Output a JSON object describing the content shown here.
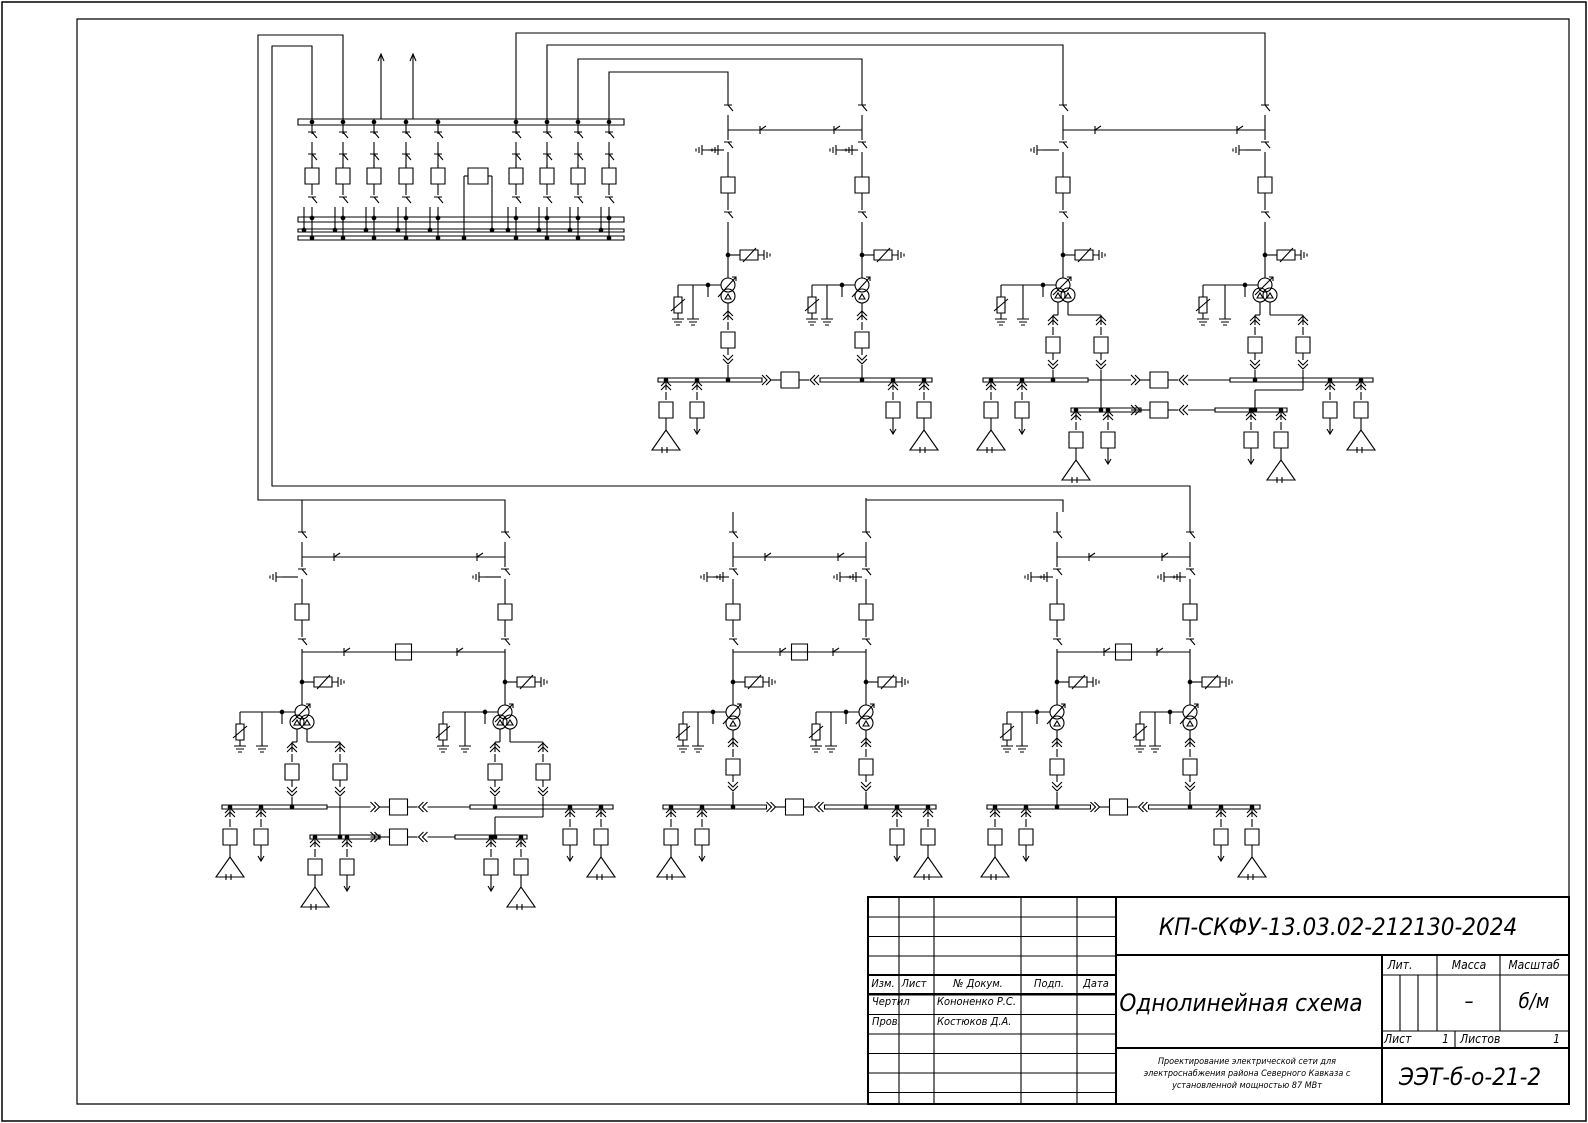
{
  "title_block": {
    "doc_code": "КП-СКФУ-13.03.02-212130-2024",
    "doc_title": "Однолинейная схема",
    "description_lines": [
      "Проектирование электрической сети для",
      "электроснабжения района Северного Кавказа с",
      "установленной мощностью 87 МВт"
    ],
    "group": "ЭЭТ-б-о-21-2",
    "headers": {
      "izm": "Изм.",
      "list": "Лист",
      "doc_no": "№ Докум.",
      "sign": "Подп.",
      "date": "Дата",
      "lit": "Лит.",
      "mass": "Масса",
      "scale": "Масштаб"
    },
    "rows": [
      {
        "role": "Чертил",
        "name": "Кононенко Р.С."
      },
      {
        "role": "Пров.",
        "name": "Костюков Д.А."
      }
    ],
    "mass_value": "–",
    "scale_value": "б/м",
    "sheet_label": "Лист",
    "sheet_value": "1",
    "sheets_label": "Листов",
    "sheets_value": "1"
  }
}
